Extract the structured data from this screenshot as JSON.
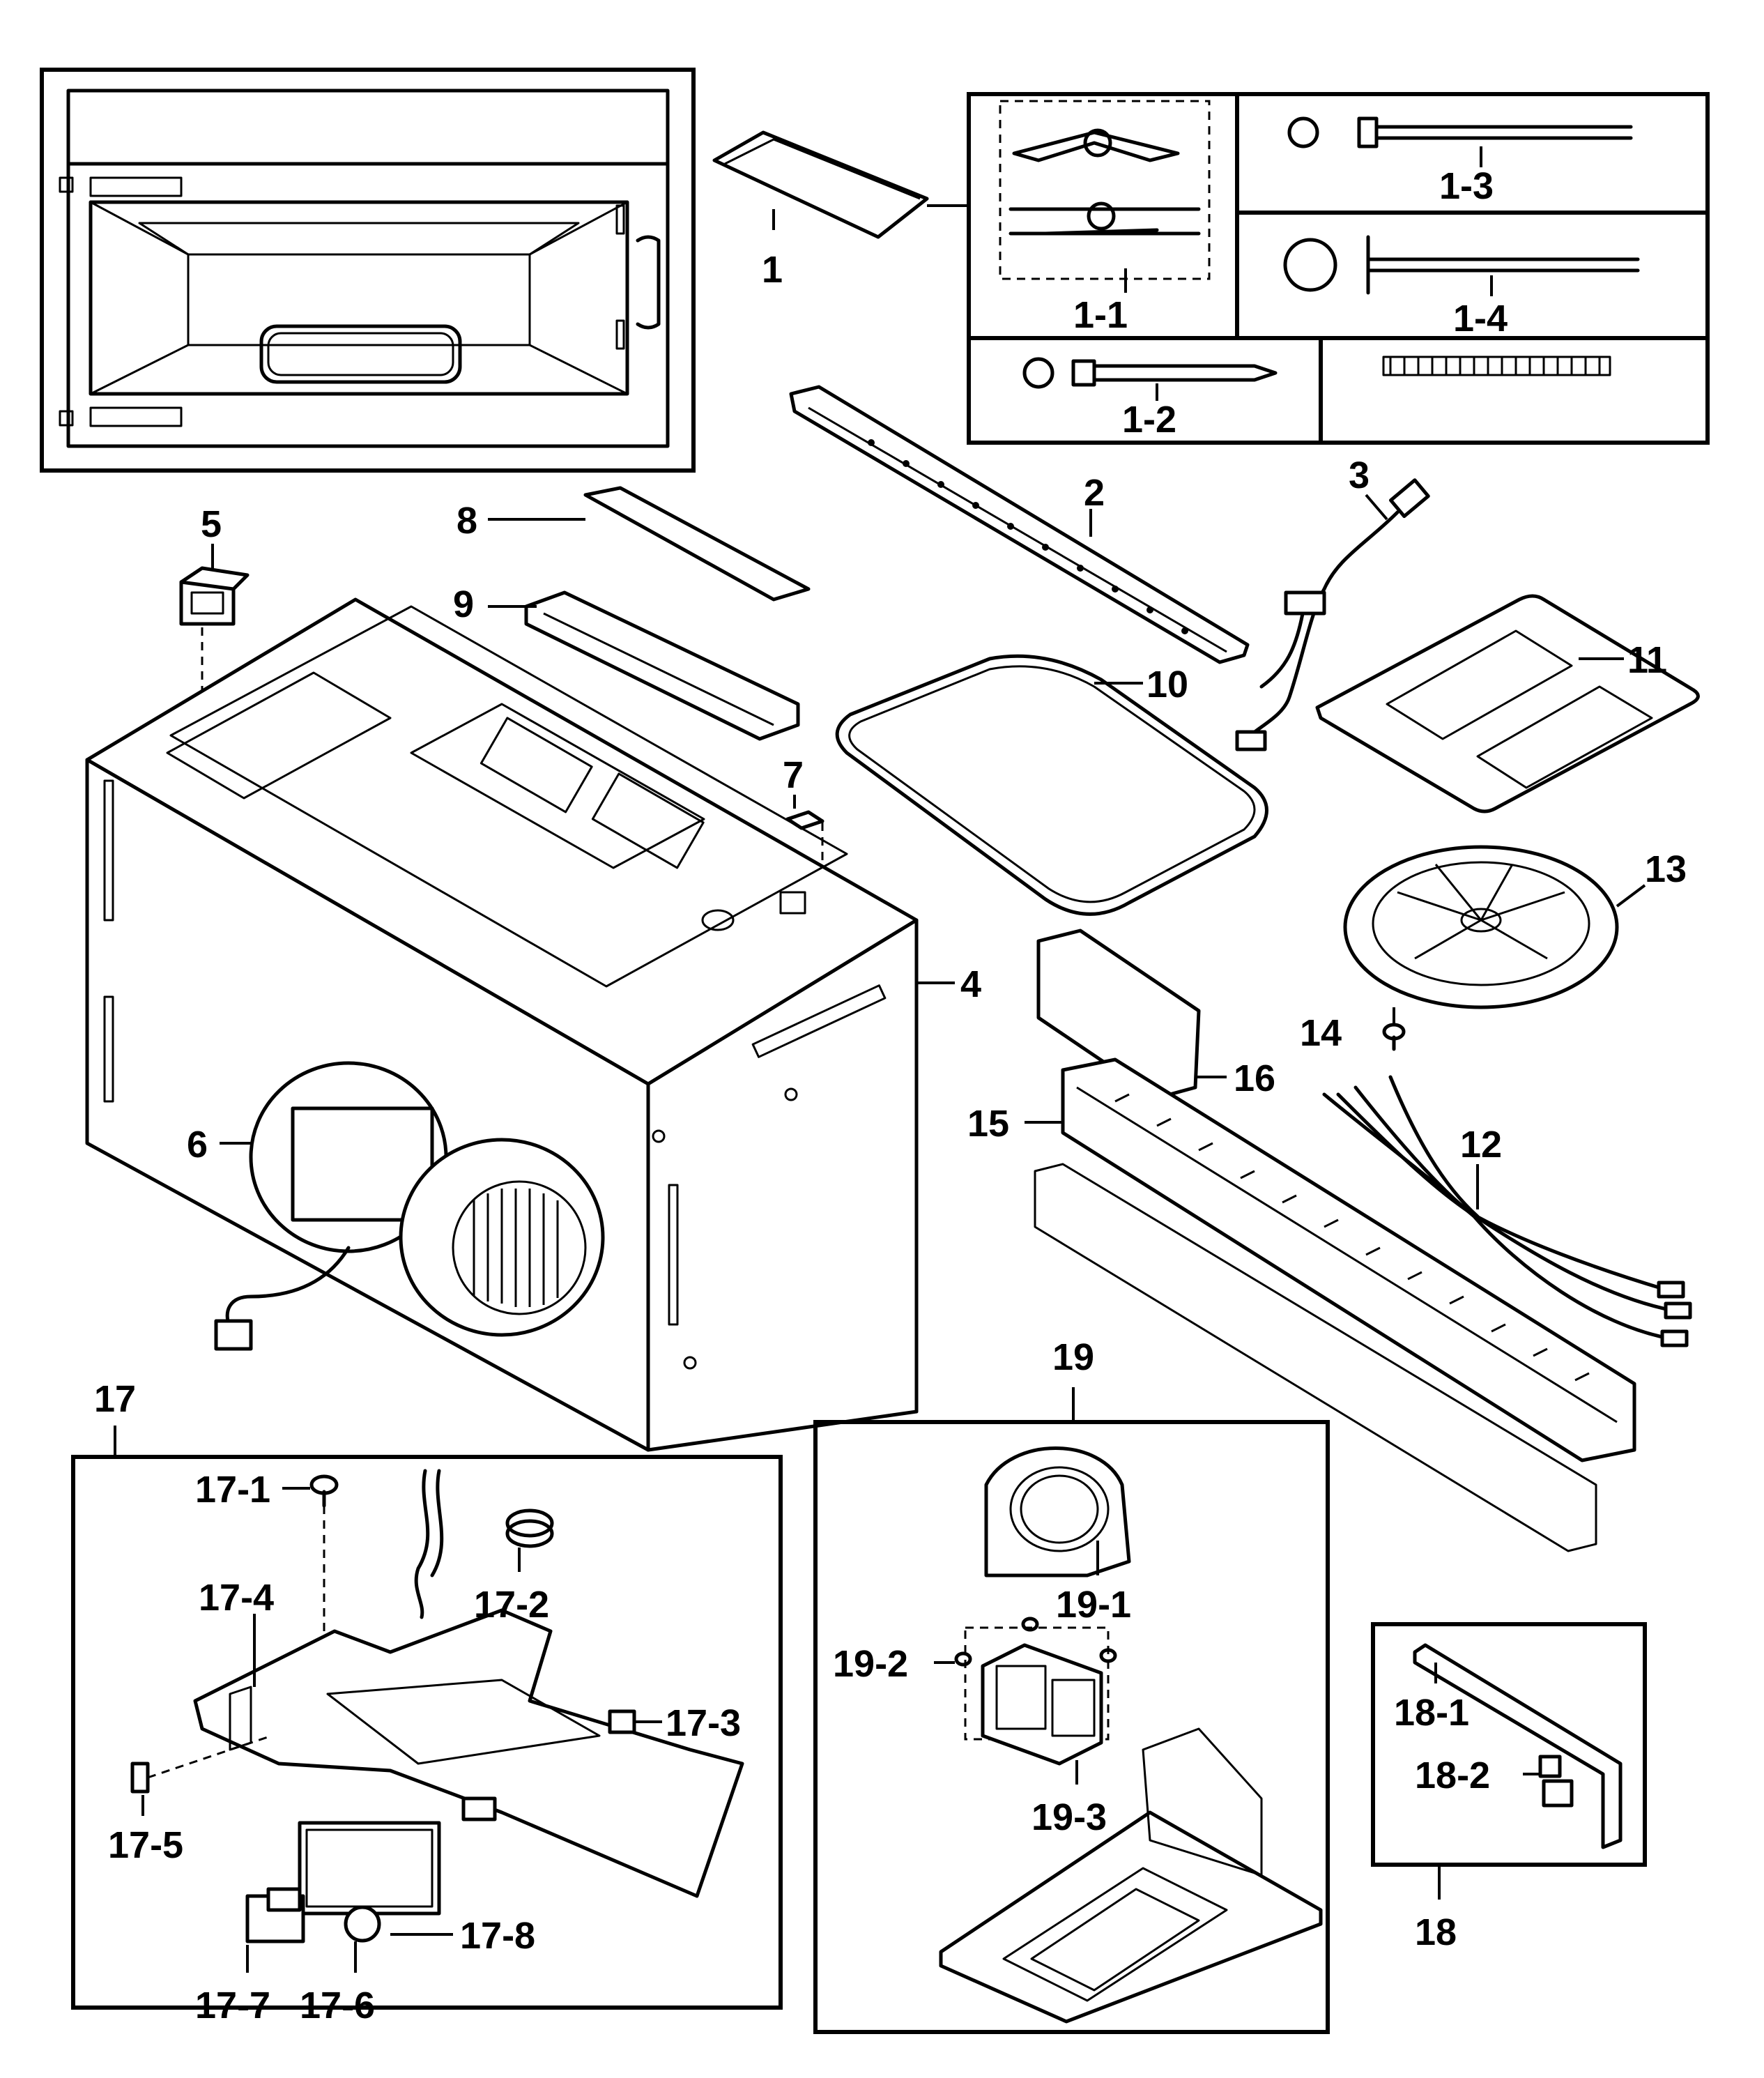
{
  "callouts": {
    "c1": "1",
    "c1_1": "1-1",
    "c1_2": "1-2",
    "c1_3": "1-3",
    "c1_4": "1-4",
    "c2": "2",
    "c3": "3",
    "c4": "4",
    "c5": "5",
    "c6": "6",
    "c7": "7",
    "c8": "8",
    "c9": "9",
    "c10": "10",
    "c11": "11",
    "c12": "12",
    "c13": "13",
    "c14": "14",
    "c15": "15",
    "c16": "16",
    "c17": "17",
    "c17_1": "17-1",
    "c17_2": "17-2",
    "c17_3": "17-3",
    "c17_4": "17-4",
    "c17_5": "17-5",
    "c17_6": "17-6",
    "c17_7": "17-7",
    "c17_8": "17-8",
    "c18": "18",
    "c18_1": "18-1",
    "c18_2": "18-2",
    "c19": "19",
    "c19_1": "19-1",
    "c19_2": "19-2",
    "c19_3": "19-3"
  }
}
